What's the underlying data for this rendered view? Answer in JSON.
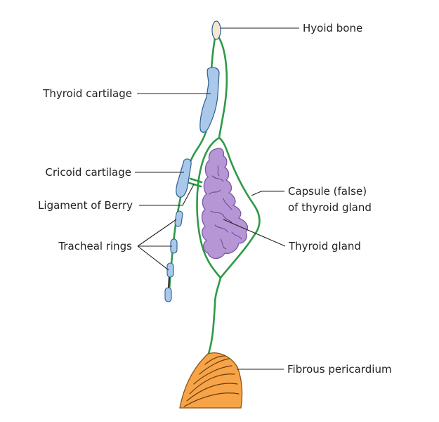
{
  "labels": {
    "hyoid_bone": "Hyoid bone",
    "thyroid_cartilage": "Thyroid cartilage",
    "cricoid_cartilage": "Cricoid cartilage",
    "ligament_of_berry": "Ligament of Berry",
    "tracheal_rings": "Tracheal rings",
    "capsule_line1": "Capsule (false)",
    "capsule_line2": "of thyroid gland",
    "thyroid_gland": "Thyroid gland",
    "fibrous_pericardium": "Fibrous pericardium"
  },
  "colors": {
    "fascia": "#2e9a47",
    "cartilage": "#a9c8ea",
    "hyoid": "#f6e7cf",
    "thyroid_gland": "#b796d6",
    "pericardium": "#f6a447",
    "text": "#231f20"
  }
}
